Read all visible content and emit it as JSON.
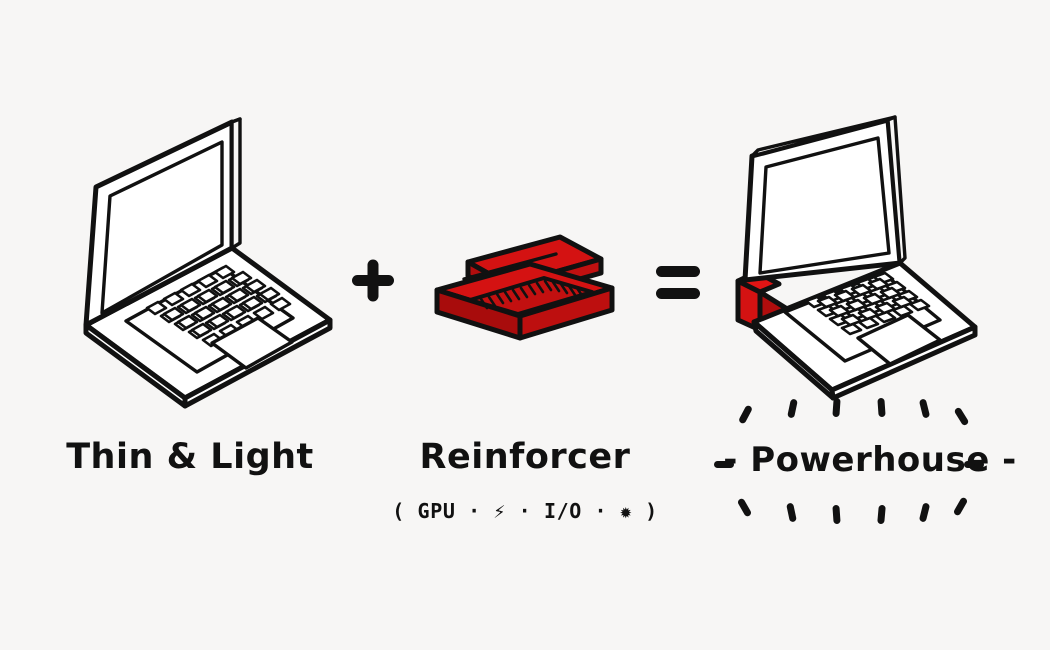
{
  "page": {
    "title": "Thin & Light + Reinforcer = Powerhouse",
    "background_color": "#f7f6f5",
    "ink_color": "#111111",
    "accent_color": "#d41212"
  },
  "equation": {
    "plus_symbol": "+",
    "equals_symbol": "="
  },
  "items": [
    {
      "id": "thin-light",
      "caption": "Thin & Light",
      "icon": "laptop-open-outline",
      "color": "#111111"
    },
    {
      "id": "reinforcer",
      "caption": "Reinforcer",
      "subtitle": "( GPU · ⚡ · I/O · ✹ )",
      "subtitle_parts": [
        "(",
        "GPU",
        "·",
        "power-plug-icon",
        "·",
        "I/O",
        "·",
        "fan-icon",
        ")"
      ],
      "icon": "red-module-vented",
      "color": "#d41212"
    },
    {
      "id": "powerhouse",
      "caption": "- Powerhouse -",
      "icon": "laptop-open-with-module",
      "color": "#111111",
      "sparkle_count_top": 6,
      "sparkle_count_bottom": 6
    }
  ]
}
